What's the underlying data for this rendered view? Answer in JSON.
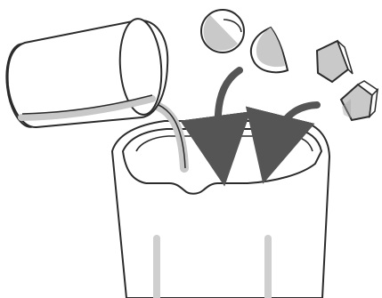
{
  "illustration": {
    "colors": {
      "background": "#ffffff",
      "stroke": "#2b2b2b",
      "arrow": "#555555",
      "water": "#c8c8c8",
      "ingredient": "#c9c9c9",
      "ingredient_shadow": "#a3a3a3",
      "window": "#cfcfcf"
    },
    "elements": [
      "pouring-glass",
      "water-stream",
      "ingredient-ball",
      "ingredient-wedge",
      "ingredient-cubes",
      "arrow-left",
      "arrow-right",
      "blender-jar"
    ]
  }
}
